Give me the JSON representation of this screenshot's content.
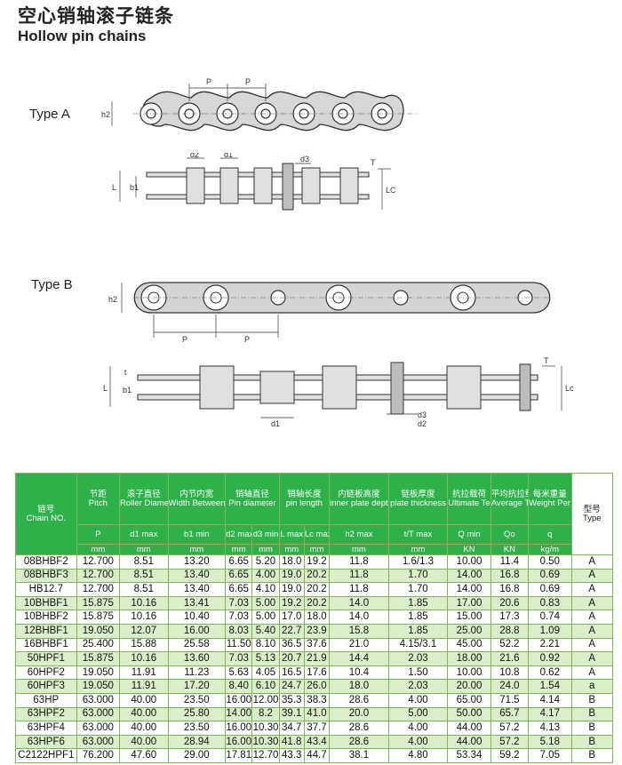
{
  "title": {
    "cn": "空心销轴滚子链条",
    "en": "Hollow pin chains"
  },
  "type_a": {
    "label": "Type A",
    "labels": {
      "p1": "P",
      "p2": "P",
      "h2": "h2",
      "d2": "d2",
      "d1": "d1",
      "d3": "d3",
      "t": "T",
      "b1": "b1",
      "l": "L",
      "lc": "LC"
    }
  },
  "type_b": {
    "label": "Type B",
    "labels": {
      "p1": "P",
      "p2": "P",
      "h2": "h2",
      "d1": "d1",
      "d2": "d2",
      "d3": "d3",
      "t": "T",
      "b1": "b1",
      "l": "L",
      "lc": "Lc",
      "t2": "t"
    }
  },
  "table": {
    "columns": [
      {
        "cn": "链号",
        "en": "Chain NO.",
        "sym": "",
        "unit": ""
      },
      {
        "cn": "节距",
        "en": "Pitch",
        "sym": "P",
        "unit": "mm"
      },
      {
        "cn": "滚子直径",
        "en": "Roller Diameter",
        "sym": "d1 max",
        "unit": "mm"
      },
      {
        "cn": "内节内宽",
        "en": "Width Between inner plates",
        "sym": "b1 min",
        "unit": "mm"
      },
      {
        "cn": "销轴直径",
        "en": "Pin diameter",
        "sym_a": "d2 max",
        "sym_b": "d3 min",
        "unit": "mm"
      },
      {
        "cn": "销轴长度",
        "en": "pin length",
        "sym_a": "L max",
        "sym_b": "Lc max",
        "unit": "mm"
      },
      {
        "cn": "内链板高度",
        "en": "inner plate depth",
        "sym": "h2 max",
        "unit": "mm"
      },
      {
        "cn": "链板厚度",
        "en": "plate thickness",
        "sym": "t/T max",
        "unit": "mm"
      },
      {
        "cn": "抗拉载荷",
        "en": "Ultimate Tensile strength",
        "sym": "Q min",
        "unit": "KN"
      },
      {
        "cn": "平均抗拉载荷",
        "en": "Average Tensile strength",
        "sym": "Qo",
        "unit": "KN"
      },
      {
        "cn": "每米重量",
        "en": "Weight Per meter",
        "sym": "q",
        "unit": "kg/m"
      },
      {
        "cn": "型号",
        "en": "Type"
      }
    ],
    "rows": [
      [
        "08BHBF2",
        "12.700",
        "8.51",
        "13.20",
        "6.65",
        "5.20",
        "18.0",
        "19.2",
        "11.8",
        "1.6/1.3",
        "10.00",
        "11.4",
        "0.50",
        "A"
      ],
      [
        "08BHBF3",
        "12.700",
        "8.51",
        "13.40",
        "6.65",
        "4.00",
        "19.0",
        "20.2",
        "11.8",
        "1.70",
        "14.00",
        "16.8",
        "0.69",
        "A"
      ],
      [
        "HB12.7",
        "12.700",
        "8.51",
        "13.40",
        "6.65",
        "4.10",
        "19.0",
        "20.2",
        "11.8",
        "1.70",
        "14.00",
        "16.8",
        "0.69",
        "A"
      ],
      [
        "10BHBF1",
        "15.875",
        "10.16",
        "13.41",
        "7.03",
        "5.00",
        "19.2",
        "20.2",
        "14.0",
        "1.85",
        "17.00",
        "20.6",
        "0.83",
        "A"
      ],
      [
        "10BHBF2",
        "15.875",
        "10.16",
        "10.40",
        "7.03",
        "5.00",
        "17.0",
        "18.0",
        "14.0",
        "1.85",
        "15.00",
        "17.3",
        "0.74",
        "A"
      ],
      [
        "12BHBF1",
        "19.050",
        "12.07",
        "16.00",
        "8.03",
        "5.40",
        "22.7",
        "23.9",
        "15.8",
        "1.85",
        "25.00",
        "28.8",
        "1.09",
        "A"
      ],
      [
        "16BHBF1",
        "25.400",
        "15.88",
        "25.58",
        "11.50",
        "8.10",
        "36.5",
        "37.6",
        "21.0",
        "4.15/3.1",
        "45.00",
        "52.2",
        "2.21",
        "A"
      ],
      [
        "50HPF1",
        "15.875",
        "10.16",
        "13.60",
        "7.03",
        "5.13",
        "20.7",
        "21.9",
        "14.4",
        "2.03",
        "18.00",
        "21.6",
        "0.92",
        "A"
      ],
      [
        "60HPF2",
        "19.050",
        "11.91",
        "11.23",
        "5.63",
        "4.05",
        "16.5",
        "17.6",
        "10.4",
        "1.50",
        "10.00",
        "10.8",
        "0.62",
        "A"
      ],
      [
        "60HPF3",
        "19.050",
        "11.91",
        "17.20",
        "8.40",
        "6.10",
        "24.7",
        "26.0",
        "18.0",
        "2.03",
        "20.00",
        "24.0",
        "1.54",
        "a"
      ],
      [
        "63HP",
        "63.000",
        "40.00",
        "23.50",
        "16.00",
        "12.00",
        "35.3",
        "38.3",
        "28.6",
        "4.00",
        "65.00",
        "71.5",
        "4.14",
        "B"
      ],
      [
        "63HPF2",
        "63.000",
        "40.00",
        "25.80",
        "14.00",
        "8.2",
        "39.1",
        "41.0",
        "20.0",
        "5.00",
        "50.00",
        "65.7",
        "4.17",
        "B"
      ],
      [
        "63HPF4",
        "63.000",
        "40.00",
        "23.50",
        "16.00",
        "10.30",
        "34.7",
        "37.7",
        "28.6",
        "4.00",
        "44.00",
        "57.2",
        "4.13",
        "B"
      ],
      [
        "63HPF6",
        "63.000",
        "40.00",
        "28.94",
        "16.00",
        "10.30",
        "41.8",
        "43.4",
        "28.6",
        "4.00",
        "44.00",
        "57.2",
        "5.18",
        "B"
      ],
      [
        "C2122HPF1",
        "76.200",
        "47.60",
        "29.00",
        "17.81",
        "12.70",
        "43.3",
        "44.7",
        "38.1",
        "4.80",
        "53.34",
        "59.2",
        "7.05",
        "B"
      ]
    ]
  }
}
